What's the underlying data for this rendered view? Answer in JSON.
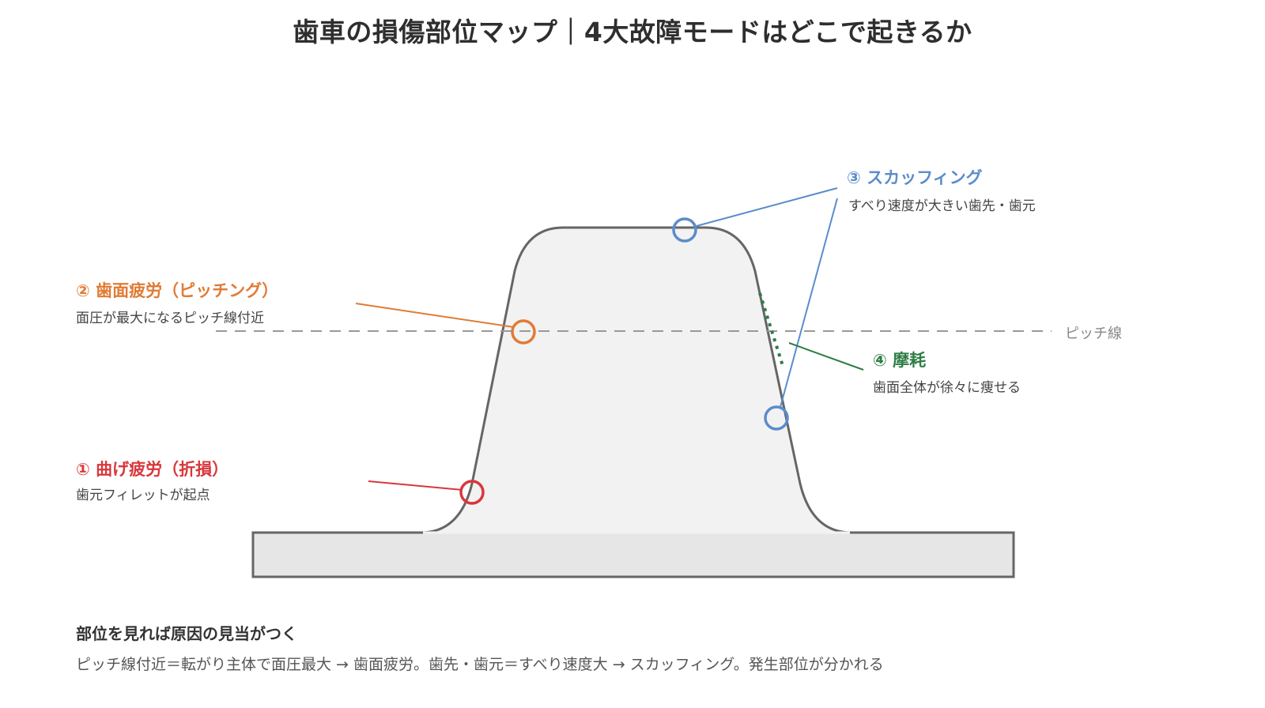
{
  "title": "歯車の損傷部位マップ｜4大故障モードはどこで起きるか",
  "pitch_line_label": "ピッチ線",
  "colors": {
    "bending": "#d9373b",
    "pitting": "#e07b35",
    "scuffing": "#5b8ccb",
    "wear": "#2e7d45",
    "outline": "#666666",
    "tooth_fill": "#f2f2f2",
    "base_fill": "#e6e6e6",
    "pitch_line": "#999999"
  },
  "modes": [
    {
      "key": "bending",
      "heading": "① 曲げ疲労（折損）",
      "sub": "歯元フィレットが起点"
    },
    {
      "key": "pitting",
      "heading": "② 歯面疲労（ピッチング）",
      "sub": "面圧が最大になるピッチ線付近"
    },
    {
      "key": "scuffing",
      "heading": "③ スカッフィング",
      "sub": "すべり速度が大きい歯先・歯元"
    },
    {
      "key": "wear",
      "heading": "④ 摩耗",
      "sub": "歯面全体が徐々に痩せる"
    }
  ],
  "summary": {
    "heading": "部位を見れば原因の見当がつく",
    "text": "ピッチ線付近＝転がり主体で面圧最大 → 歯面疲労。歯先・歯元＝すべり速度大 → スカッフィング。発生部位が分かれる"
  }
}
